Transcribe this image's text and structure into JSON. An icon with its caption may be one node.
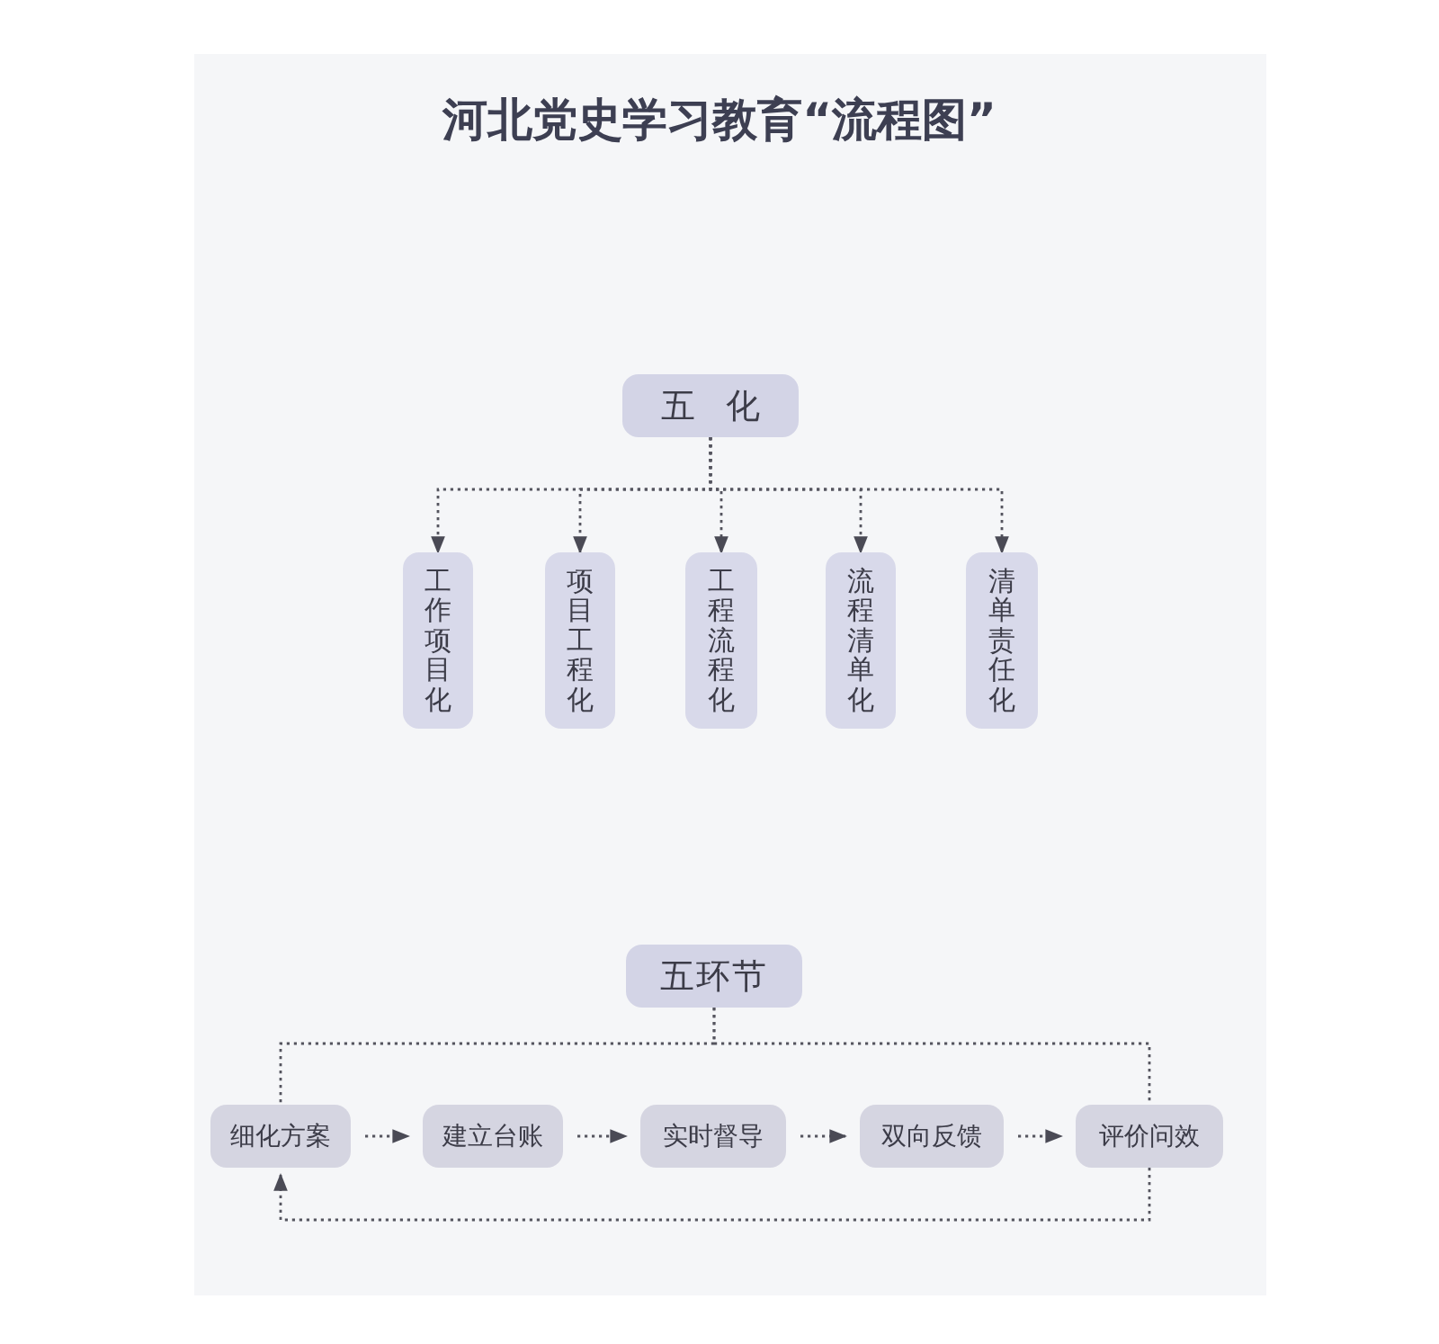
{
  "diagram": {
    "title": "河北党史学习教育“流程图”",
    "nodes": [
      {
        "text": [
          "五化"
        ]
      },
      {
        "text": [
          "工作项目化"
        ]
      },
      {
        "text": [
          "项目工程化"
        ]
      },
      {
        "text": [
          "工程流程化"
        ]
      },
      {
        "text": [
          "流程清单化"
        ]
      },
      {
        "text": [
          "清单责任化"
        ]
      },
      {
        "text": [
          "五环节"
        ]
      },
      {
        "text": [
          "细化方案"
        ]
      },
      {
        "text": [
          "建立台账"
        ]
      },
      {
        "text": [
          "实时督导"
        ]
      },
      {
        "text": [
          "双向反馈"
        ]
      },
      {
        "text": [
          "评价问效"
        ]
      }
    ],
    "edges": [
      {
        "from": 0,
        "to": 1,
        "arrow": "to",
        "style": "dashed"
      },
      {
        "from": 0,
        "to": 2,
        "arrow": "to",
        "style": "dashed"
      },
      {
        "from": 0,
        "to": 3,
        "arrow": "to",
        "style": "dashed"
      },
      {
        "from": 0,
        "to": 4,
        "arrow": "to",
        "style": "dashed"
      },
      {
        "from": 0,
        "to": 5,
        "arrow": "to",
        "style": "dashed"
      },
      {
        "from": 6,
        "to": 7,
        "arrow": "none",
        "style": "dashed"
      },
      {
        "from": 6,
        "to": 11,
        "arrow": "none",
        "style": "dashed"
      },
      {
        "from": 7,
        "to": 8,
        "arrow": "to",
        "style": "dashed"
      },
      {
        "from": 8,
        "to": 9,
        "arrow": "to",
        "style": "dashed"
      },
      {
        "from": 9,
        "to": 10,
        "arrow": "to",
        "style": "dashed"
      },
      {
        "from": 10,
        "to": 11,
        "arrow": "to",
        "style": "dashed"
      },
      {
        "from": 11,
        "to": 7,
        "arrow": "to",
        "style": "dashed"
      }
    ]
  }
}
